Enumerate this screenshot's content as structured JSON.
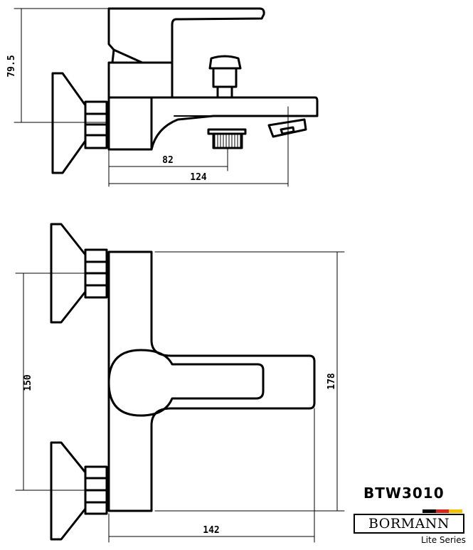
{
  "dimensions": {
    "height_top": "79.5",
    "spout_center": "82",
    "spout_length": "124",
    "inlet_spacing": "150",
    "body_height": "178",
    "body_width": "142"
  },
  "product": {
    "model": "BTW3010",
    "brand": "BORMANN",
    "series": "Lite Series"
  },
  "colors": {
    "line": "#000000",
    "flag_black": "#000000",
    "flag_red": "#d9241c",
    "flag_gold": "#f2c200"
  }
}
